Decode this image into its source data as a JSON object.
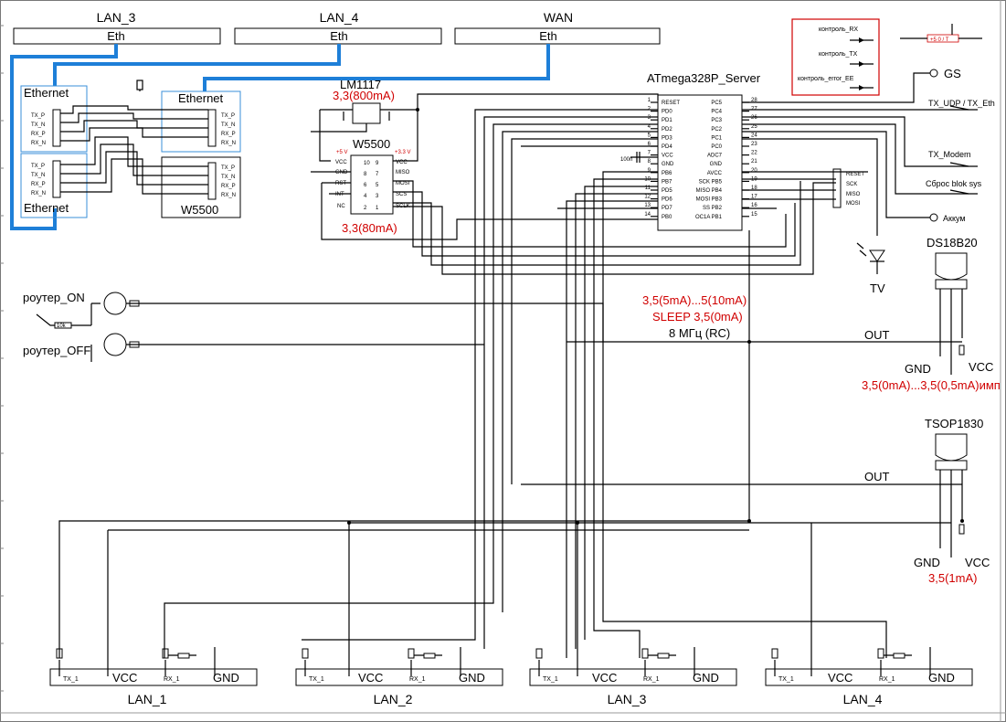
{
  "ports_top": [
    {
      "name": "LAN_3",
      "eth": "Eth"
    },
    {
      "name": "LAN_4",
      "eth": "Eth"
    },
    {
      "name": "WAN",
      "eth": "Eth"
    }
  ],
  "ethernet_blocks": [
    "Ethernet",
    "Ethernet",
    "Ethernet"
  ],
  "eth_pins": [
    "TX_P",
    "TX_N",
    "RX_P",
    "RX_N"
  ],
  "w5500_left": {
    "label": "W5500"
  },
  "lm1117": {
    "name": "LM1117",
    "current": "3,3(800mA)"
  },
  "w5500_chip": {
    "name": "W5500",
    "current": "3,3(80mA)",
    "supply_left": "+5 V",
    "supply_right": "+3.3 V",
    "pins_left": [
      "VCC",
      "GND",
      "RST",
      "INT",
      "NC"
    ],
    "pins_right": [
      "VCC",
      "MISO",
      "MOSI",
      "SCS",
      "SCLK"
    ],
    "nums_left": [
      "10",
      "8",
      "6",
      "4",
      "2"
    ],
    "nums_right": [
      "9",
      "7",
      "5",
      "3",
      "1"
    ]
  },
  "mcu": {
    "name": "ATmega328P_Server",
    "pins_left": [
      "RESET",
      "PD0",
      "PD1",
      "PD2",
      "PD3",
      "PD4",
      "VCC",
      "GND",
      "PB6",
      "PB7",
      "PD5",
      "PD6",
      "PD7",
      "PB0"
    ],
    "pins_right": [
      "PC5",
      "PC4",
      "PC3",
      "PC2",
      "PC1",
      "PC0",
      "ADC7",
      "GND",
      "AVCC",
      "SCK PB5",
      "MISO PB4",
      "MOSI PB3",
      "SS PB2",
      "OC1A PB1"
    ],
    "nums_left": [
      "1",
      "2",
      "3",
      "4",
      "5",
      "6",
      "7",
      "8",
      "9",
      "10",
      "11",
      "12",
      "13",
      "14"
    ],
    "nums_right": [
      "28",
      "27",
      "26",
      "25",
      "24",
      "23",
      "22",
      "21",
      "20",
      "19",
      "18",
      "17",
      "16",
      "15"
    ],
    "cap": "100n",
    "current1": "3,5(5mA)...5(10mA)",
    "current2": "SLEEP 3,5(0mA)",
    "clock": "8 МГц (RC)"
  },
  "isp": [
    "RESET",
    "SCK",
    "MISO",
    "MOSI"
  ],
  "signals_right": {
    "gs": "GS",
    "tx_udp": "TX_UDP / TX_Eth",
    "tx_modem": "TX_Modem",
    "reset_sys": "Сброс blok sys",
    "akkum": "Аккум"
  },
  "indicator_box": {
    "items": [
      "контроль_RX",
      "контроль_TX",
      "контроль_error_EE"
    ],
    "switch_label": "+5 0 / T"
  },
  "tv": {
    "label": "TV"
  },
  "router": {
    "on": "роутер_ON",
    "off": "роутер_OFF",
    "res": "10k"
  },
  "ds18b20": {
    "name": "DS18B20",
    "out": "OUT",
    "gnd": "GND",
    "vcc": "VCC",
    "current": "3,5(0mA)...3,5(0,5mA)имп"
  },
  "tsop": {
    "name": "TSOP1830",
    "out": "OUT",
    "gnd": "GND",
    "vcc": "VCC",
    "current": "3,5(1mA)"
  },
  "lan_bottom": [
    {
      "name": "LAN_1",
      "tx": "TX_1",
      "vcc": "VCC",
      "rx": "RX_1",
      "gnd": "GND"
    },
    {
      "name": "LAN_2",
      "tx": "TX_1",
      "vcc": "VCC",
      "rx": "RX_1",
      "gnd": "GND"
    },
    {
      "name": "LAN_3",
      "tx": "TX_1",
      "vcc": "VCC",
      "rx": "RX_1",
      "gnd": "GND"
    },
    {
      "name": "LAN_4",
      "tx": "TX_1",
      "vcc": "VCC",
      "rx": "RX_1",
      "gnd": "GND"
    }
  ],
  "colors": {
    "accent_wire": "#1e7fd8",
    "annotation": "#d00000",
    "indicator_frame": "#d00000"
  }
}
